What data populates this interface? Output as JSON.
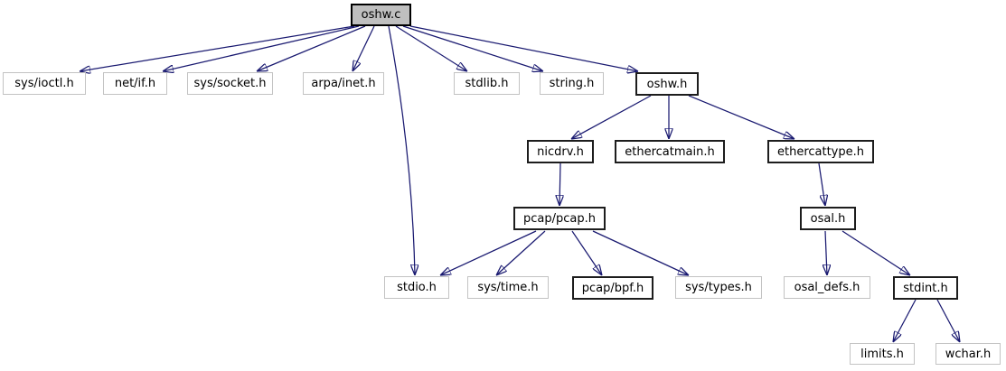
{
  "diagram": {
    "type": "include-dependency-graph",
    "root": "oshw.c",
    "colors": {
      "edge": "#191970",
      "root_fill": "#bfbfbf",
      "node_fill": "#ffffff",
      "internal_border": "#1d1d1d",
      "external_border": "#c3c3c3",
      "text": "#000000",
      "background": "#ffffff"
    },
    "nodes": [
      {
        "label": "oshw.c",
        "kind": "root"
      },
      {
        "label": "sys/ioctl.h",
        "kind": "external"
      },
      {
        "label": "net/if.h",
        "kind": "external"
      },
      {
        "label": "sys/socket.h",
        "kind": "external"
      },
      {
        "label": "arpa/inet.h",
        "kind": "external"
      },
      {
        "label": "stdlib.h",
        "kind": "external"
      },
      {
        "label": "string.h",
        "kind": "external"
      },
      {
        "label": "oshw.h",
        "kind": "internal"
      },
      {
        "label": "nicdrv.h",
        "kind": "internal"
      },
      {
        "label": "ethercatmain.h",
        "kind": "internal"
      },
      {
        "label": "ethercattype.h",
        "kind": "internal"
      },
      {
        "label": "pcap/pcap.h",
        "kind": "internal"
      },
      {
        "label": "osal.h",
        "kind": "internal"
      },
      {
        "label": "stdio.h",
        "kind": "external"
      },
      {
        "label": "sys/time.h",
        "kind": "external"
      },
      {
        "label": "pcap/bpf.h",
        "kind": "internal"
      },
      {
        "label": "sys/types.h",
        "kind": "external"
      },
      {
        "label": "osal_defs.h",
        "kind": "external"
      },
      {
        "label": "stdint.h",
        "kind": "internal"
      },
      {
        "label": "limits.h",
        "kind": "external"
      },
      {
        "label": "wchar.h",
        "kind": "external"
      }
    ],
    "edges": [
      {
        "from": "oshw.c",
        "to": "sys/ioctl.h"
      },
      {
        "from": "oshw.c",
        "to": "net/if.h"
      },
      {
        "from": "oshw.c",
        "to": "sys/socket.h"
      },
      {
        "from": "oshw.c",
        "to": "arpa/inet.h"
      },
      {
        "from": "oshw.c",
        "to": "stdio.h"
      },
      {
        "from": "oshw.c",
        "to": "stdlib.h"
      },
      {
        "from": "oshw.c",
        "to": "string.h"
      },
      {
        "from": "oshw.c",
        "to": "oshw.h"
      },
      {
        "from": "oshw.h",
        "to": "nicdrv.h"
      },
      {
        "from": "oshw.h",
        "to": "ethercatmain.h"
      },
      {
        "from": "oshw.h",
        "to": "ethercattype.h"
      },
      {
        "from": "nicdrv.h",
        "to": "pcap/pcap.h"
      },
      {
        "from": "pcap/pcap.h",
        "to": "stdio.h"
      },
      {
        "from": "pcap/pcap.h",
        "to": "sys/time.h"
      },
      {
        "from": "pcap/pcap.h",
        "to": "pcap/bpf.h"
      },
      {
        "from": "pcap/pcap.h",
        "to": "sys/types.h"
      },
      {
        "from": "ethercattype.h",
        "to": "osal.h"
      },
      {
        "from": "osal.h",
        "to": "osal_defs.h"
      },
      {
        "from": "osal.h",
        "to": "stdint.h"
      },
      {
        "from": "stdint.h",
        "to": "limits.h"
      },
      {
        "from": "stdint.h",
        "to": "wchar.h"
      }
    ]
  }
}
